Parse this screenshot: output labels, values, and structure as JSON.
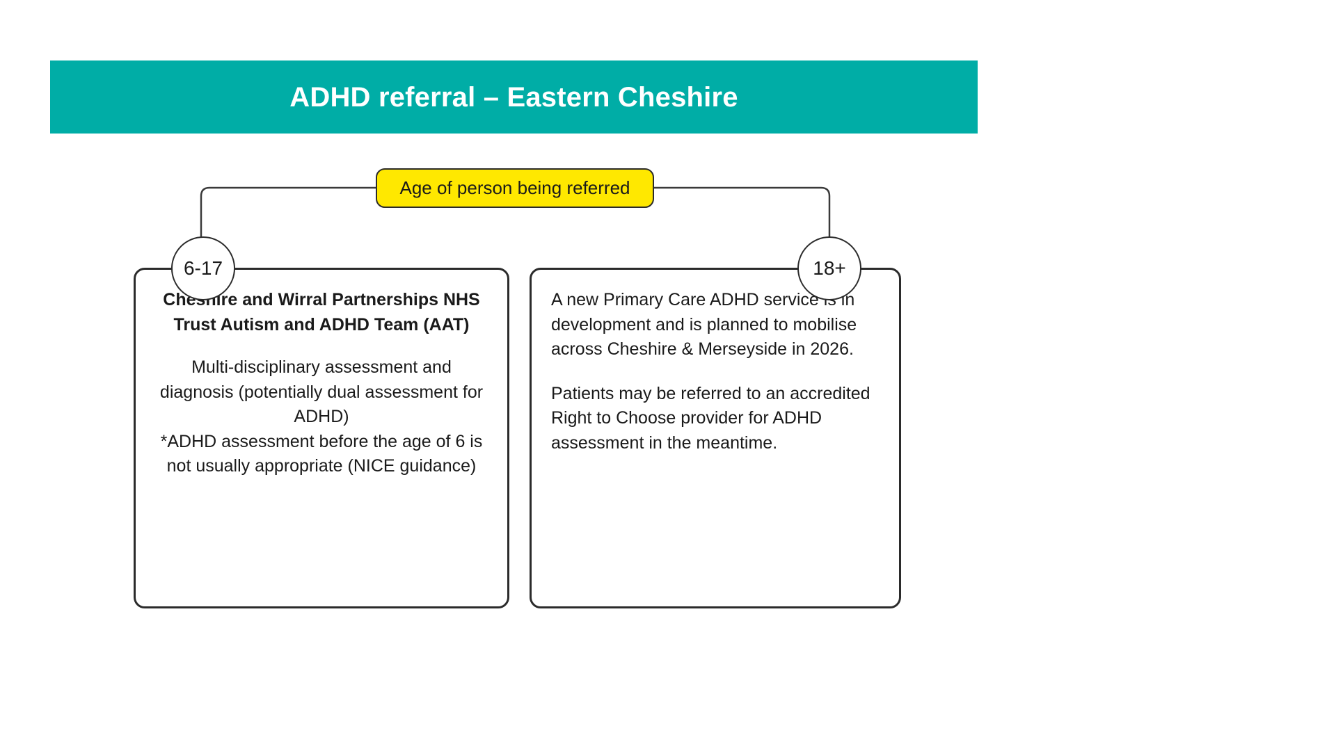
{
  "page": {
    "background_color": "#ffffff"
  },
  "header": {
    "title": "ADHD referral – Eastern Cheshire",
    "background_color": "#00ada6",
    "text_color": "#ffffff"
  },
  "flowchart": {
    "decision": {
      "label": "Age of person being referred",
      "fill_color": "#ffe800",
      "border_color": "#2b2b2b"
    },
    "branches": [
      {
        "circle_label": "6-17",
        "box": {
          "heading": "Cheshire and Wirral Partnerships NHS Trust Autism and ADHD Team (AAT)",
          "body": "Multi-disciplinary assessment and diagnosis (potentially dual assessment for ADHD)\n*ADHD assessment before the age of 6 is not usually appropriate (NICE guidance)",
          "align": "center"
        }
      },
      {
        "circle_label": "18+",
        "box": {
          "heading": "",
          "body_paragraph_1": "A new Primary Care ADHD service is in development and is planned to mobilise across Cheshire & Merseyside in 2026.",
          "body_paragraph_2": "Patients may be referred to an accredited Right to Choose provider for ADHD assessment in the meantime.",
          "align": "left"
        }
      }
    ],
    "line_color": "#3a3a3a"
  }
}
